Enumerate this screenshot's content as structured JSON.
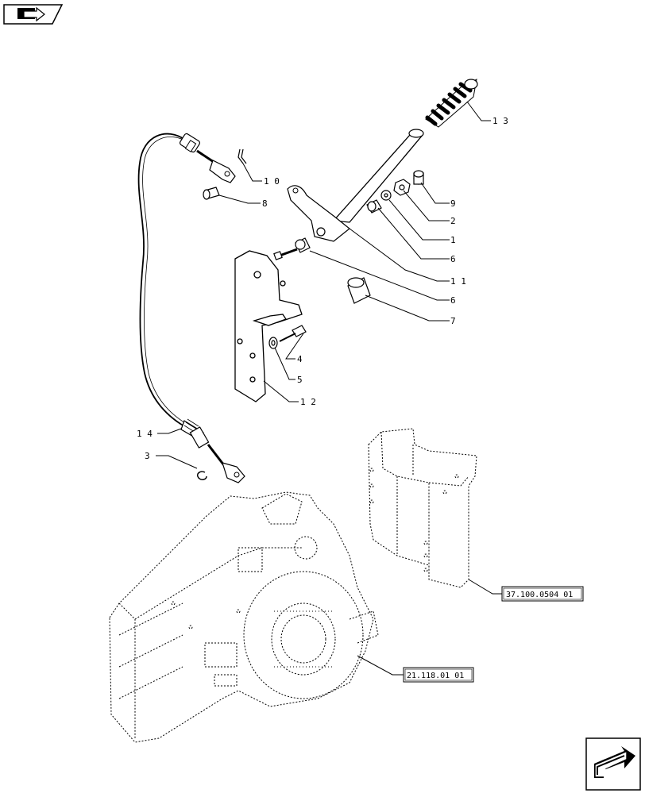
{
  "toolbar": {
    "back_icon": "back-arrow-icon"
  },
  "nav": {
    "next_icon": "next-page-arrow-icon"
  },
  "callouts": [
    {
      "id": "13",
      "label": "1 3"
    },
    {
      "id": "10",
      "label": "1 0"
    },
    {
      "id": "8",
      "label": "8"
    },
    {
      "id": "9",
      "label": "9"
    },
    {
      "id": "2",
      "label": "2"
    },
    {
      "id": "1",
      "label": "1"
    },
    {
      "id": "6a",
      "label": "6"
    },
    {
      "id": "11",
      "label": "1 1"
    },
    {
      "id": "6b",
      "label": "6"
    },
    {
      "id": "7",
      "label": "7"
    },
    {
      "id": "4",
      "label": "4"
    },
    {
      "id": "5",
      "label": "5"
    },
    {
      "id": "12",
      "label": "1 2"
    },
    {
      "id": "14",
      "label": "1 4"
    },
    {
      "id": "3",
      "label": "3"
    }
  ],
  "references": [
    {
      "id": "ref1",
      "label": "37.100.0504 01"
    },
    {
      "id": "ref2",
      "label": "21.118.01 01"
    }
  ]
}
